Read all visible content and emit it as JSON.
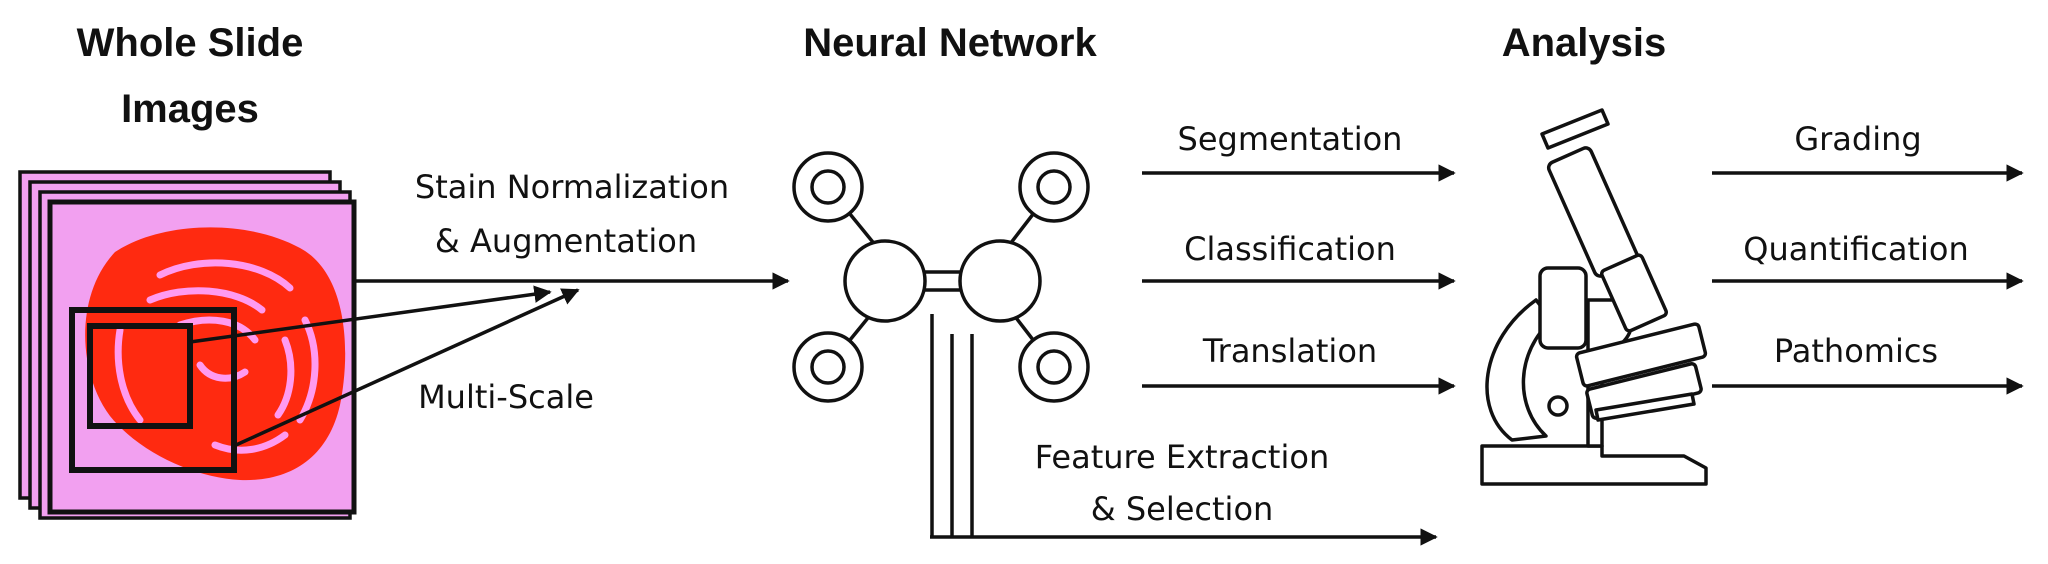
{
  "headers": {
    "wsi_line1": "Whole Slide",
    "wsi_line2": "Images",
    "neural_network": "Neural Network",
    "analysis": "Analysis"
  },
  "preprocessing": {
    "stain_line1": "Stain Normalization",
    "stain_line2": "& Augmentation",
    "multiscale": "Multi-Scale"
  },
  "tasks": [
    "Segmentation",
    "Classification",
    "Translation"
  ],
  "feature": {
    "line1": "Feature Extraction",
    "line2": "& Selection"
  },
  "outputs": [
    "Grading",
    "Quantification",
    "Pathomics"
  ],
  "icons": {
    "slides": "tissue-slide-stack-icon",
    "network": "neural-network-icon",
    "microscope": "microscope-icon"
  },
  "colors": {
    "slide_fill": "#f2a0f0",
    "tissue": "#ff2a10",
    "stroke": "#111111"
  }
}
